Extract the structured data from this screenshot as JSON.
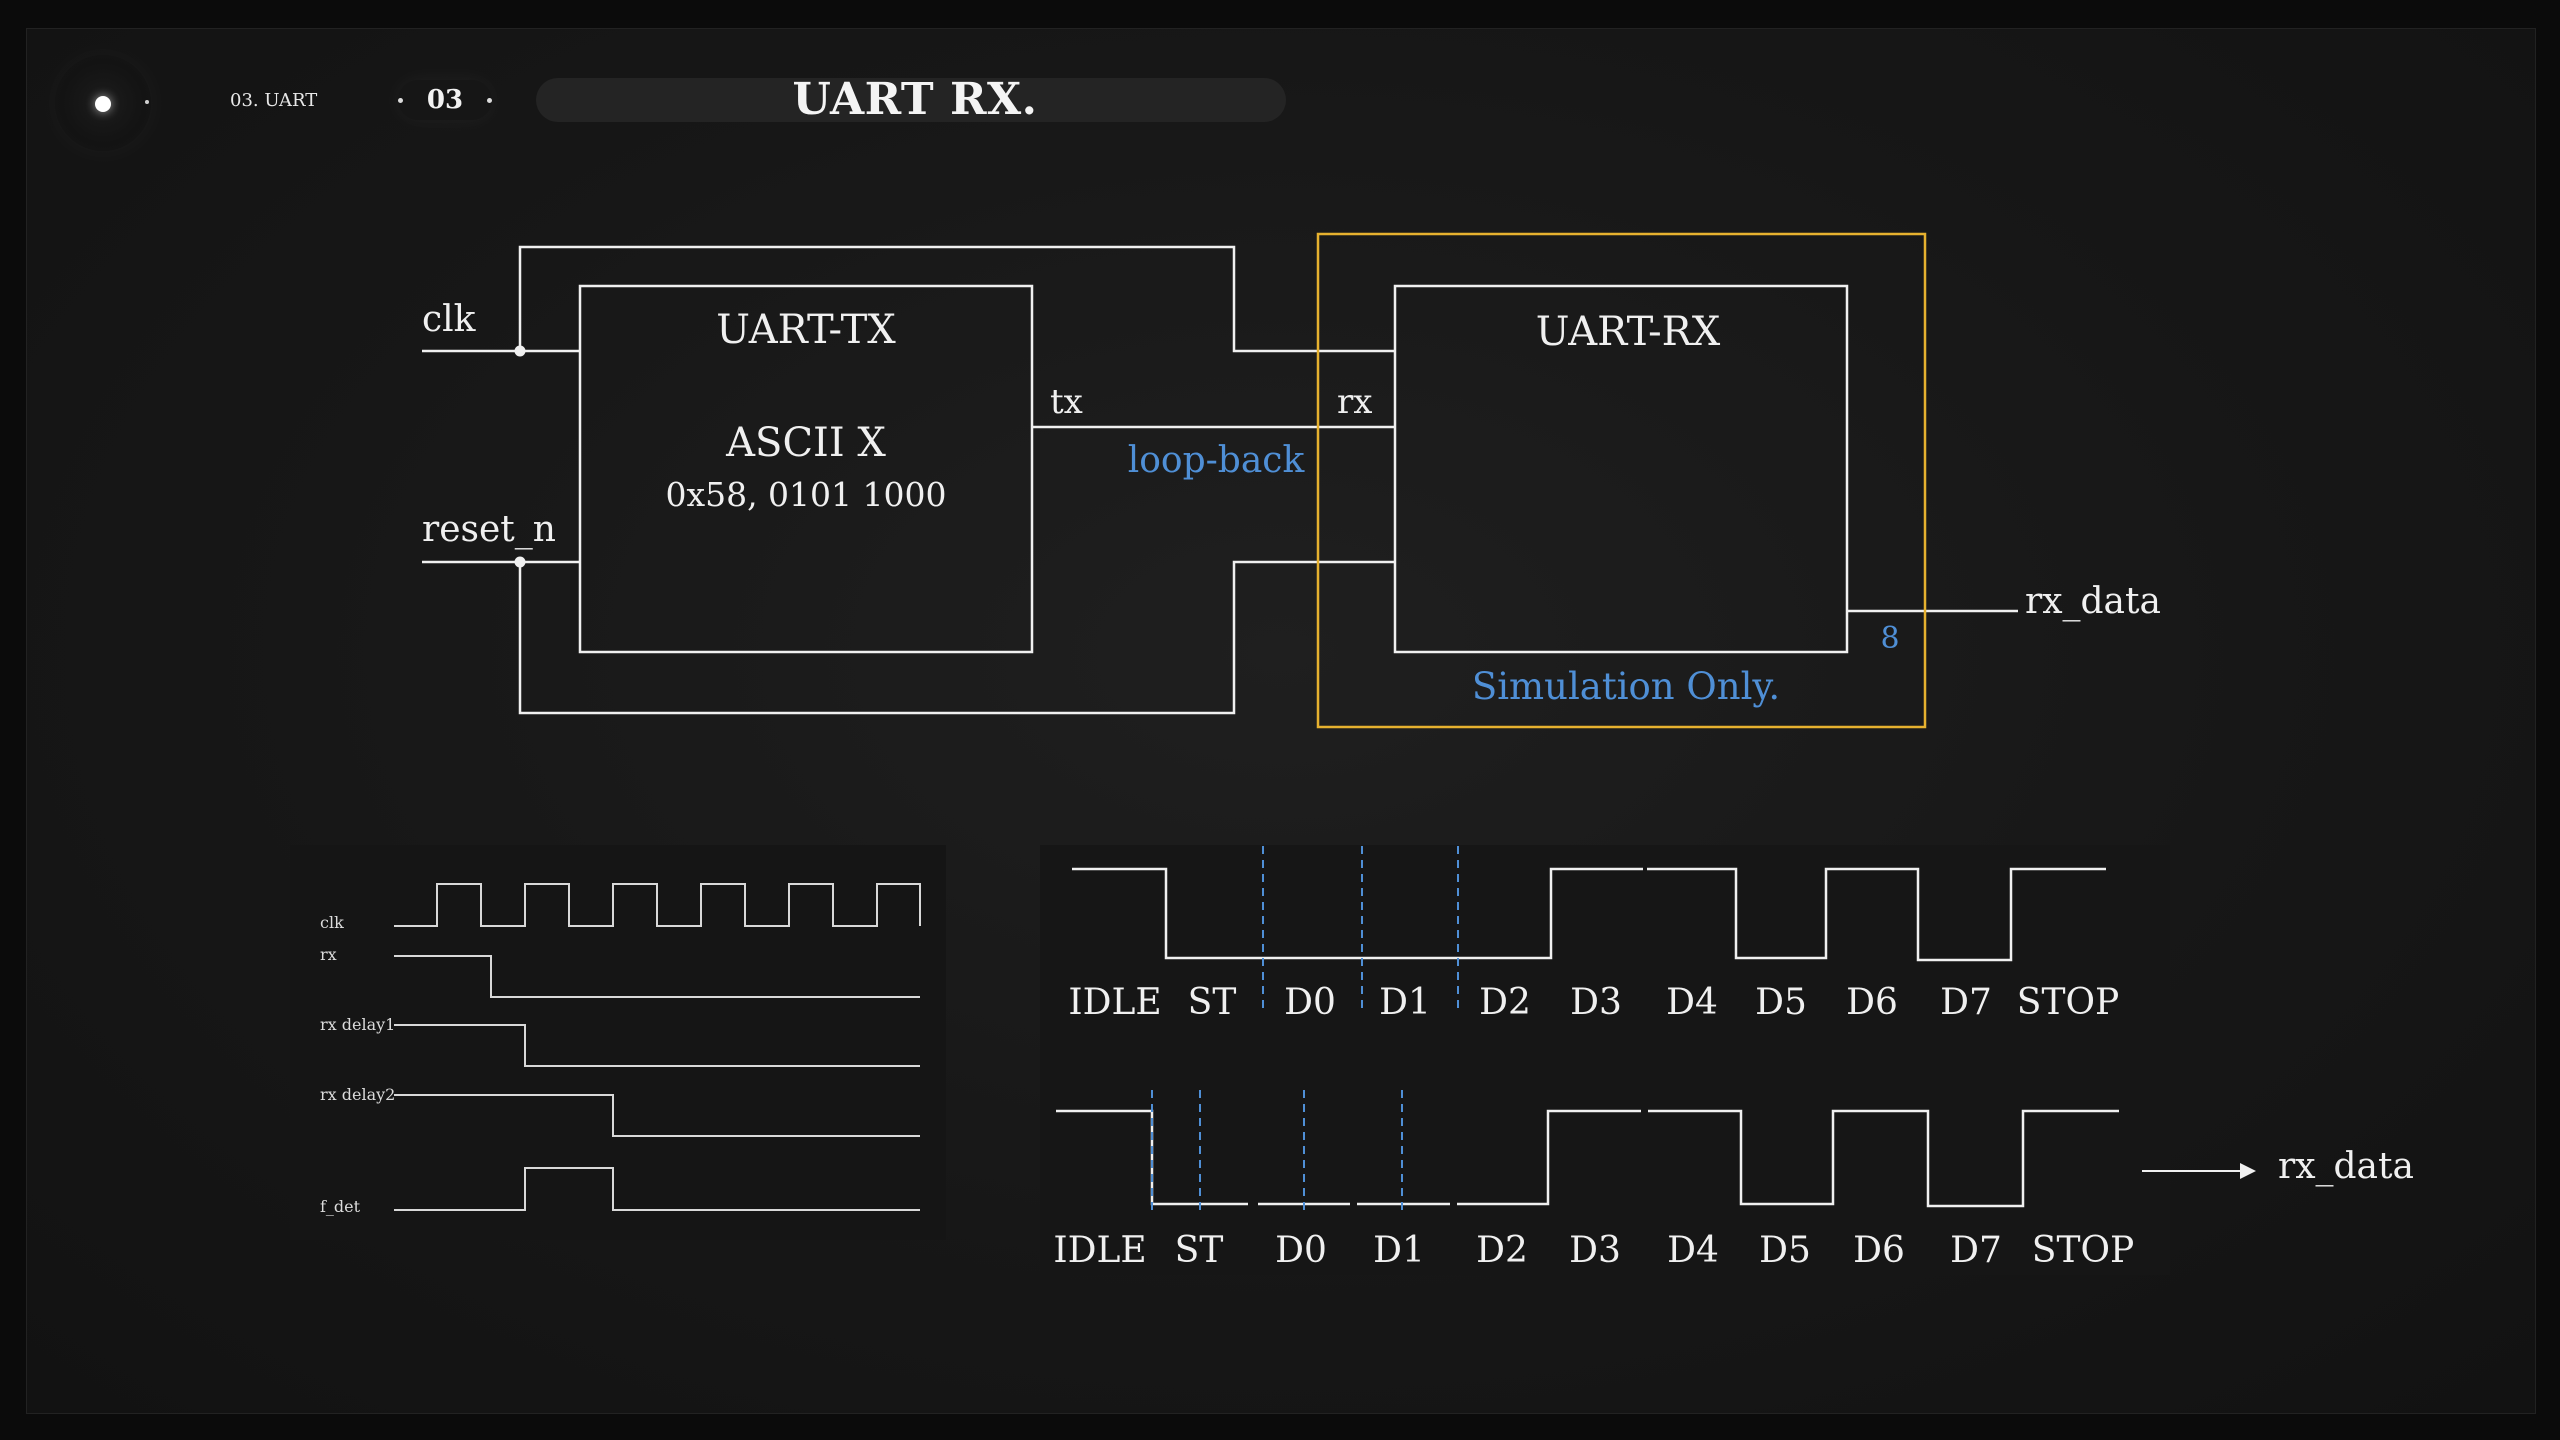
{
  "header": {
    "breadcrumb": "03. UART",
    "page_number": "03",
    "title": "UART RX."
  },
  "block_diagram": {
    "inputs": [
      "clk",
      "reset_n"
    ],
    "tx_block": {
      "name": "UART-TX",
      "payload": "ASCII X",
      "encoding": "0x58, 0101 1000"
    },
    "tx_port": "tx",
    "rx_port": "rx",
    "link_label": "loop-back",
    "rx_block": {
      "name": "UART-RX"
    },
    "sim_box_label": "Simulation Only.",
    "output": "rx_data",
    "bus_width": "8",
    "colors": {
      "sim_box": "#e6b12f",
      "annotation": "#4f8fd6",
      "wire": "#f0f0f0"
    }
  },
  "timing_diagram": {
    "signals": [
      {
        "name": "clk"
      },
      {
        "name": "rx"
      },
      {
        "name": "rx delay1"
      },
      {
        "name": "rx delay2"
      },
      {
        "name": "f_det"
      }
    ]
  },
  "frame_top": {
    "labels": [
      "IDLE",
      "ST",
      "D0",
      "D1",
      "D2",
      "D3",
      "D4",
      "D5",
      "D6",
      "D7",
      "STOP"
    ]
  },
  "frame_bottom": {
    "labels": [
      "IDLE",
      "ST",
      "D0",
      "D1",
      "D2",
      "D3",
      "D4",
      "D5",
      "D6",
      "D7",
      "STOP"
    ],
    "output_label": "rx_data"
  }
}
